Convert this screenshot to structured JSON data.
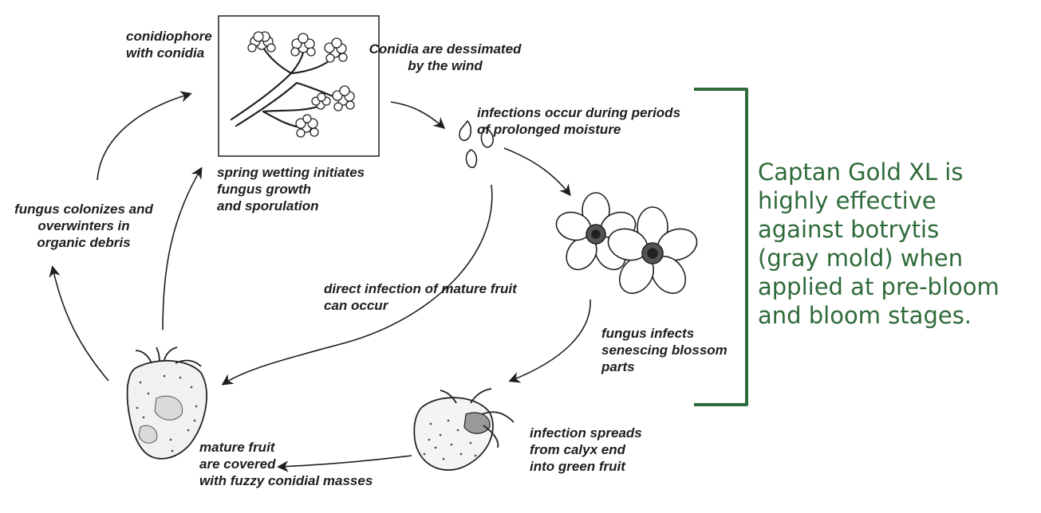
{
  "diagram": {
    "labels": {
      "conidiophore": "conidiophore\nwith conidia",
      "conidia_wind": "Conidia are dessimated\nby the wind",
      "infections_moisture": "infections occur during periods\nof prolonged moisture",
      "spring_wetting": "spring wetting initiates\nfungus growth\nand sporulation",
      "fungus_colonizes": "fungus colonizes and\noverwinters in\norganic debris",
      "direct_infection": "direct infection of mature fruit\ncan occur",
      "fungus_infects": "fungus infects\nsenescing blossom\nparts",
      "infection_spreads": "infection spreads\nfrom calyx end\ninto green fruit",
      "mature_fruit": "mature fruit\nare covered\nwith fuzzy conidial masses"
    },
    "callout": "Captan Gold XL is\nhighly effective\nagainst botrytis\n(gray mold) when\napplied at pre-bloom\nand bloom stages.",
    "colors": {
      "callout_text": "#2f6a3a",
      "bracket": "#2f6a3a",
      "ink": "#1e1e1e"
    }
  }
}
